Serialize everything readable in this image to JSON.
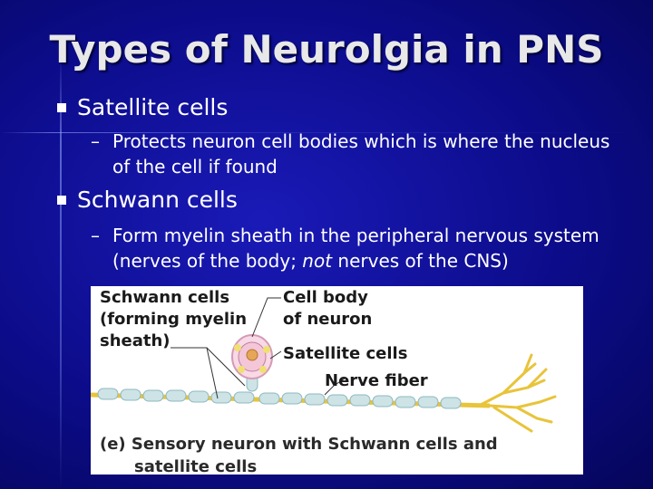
{
  "slide": {
    "title": "Types of Neurolgia in PNS",
    "bullets": [
      {
        "label": "Satellite cells",
        "sub": "Protects neuron cell bodies which is where the nucleus of the cell if found"
      },
      {
        "label": "Schwann cells",
        "sub_before_italic": "Form myelin sheath in the peripheral nervous system (nerves of the body; ",
        "sub_italic": "not",
        "sub_after_italic": " nerves of the CNS)"
      }
    ],
    "dash": "–"
  },
  "figure": {
    "labels": {
      "schwann_1": "Schwann cells",
      "schwann_2": "(forming myelin",
      "schwann_3": "sheath)",
      "cellbody_1": "Cell body",
      "cellbody_2": "of neuron",
      "satellite": "Satellite cells",
      "nerve_fiber": "Nerve fiber"
    },
    "caption_1": "(e)  Sensory neuron with Schwann cells and",
    "caption_2": "satellite cells"
  },
  "colors": {
    "background": "#0c0c8a",
    "title": "#e8e8e8",
    "text": "#ffffff",
    "figure_bg": "#ffffff",
    "myelin": "#cde3e6",
    "axon": "#e8c43a",
    "cell_body": "#f3c6d8"
  }
}
